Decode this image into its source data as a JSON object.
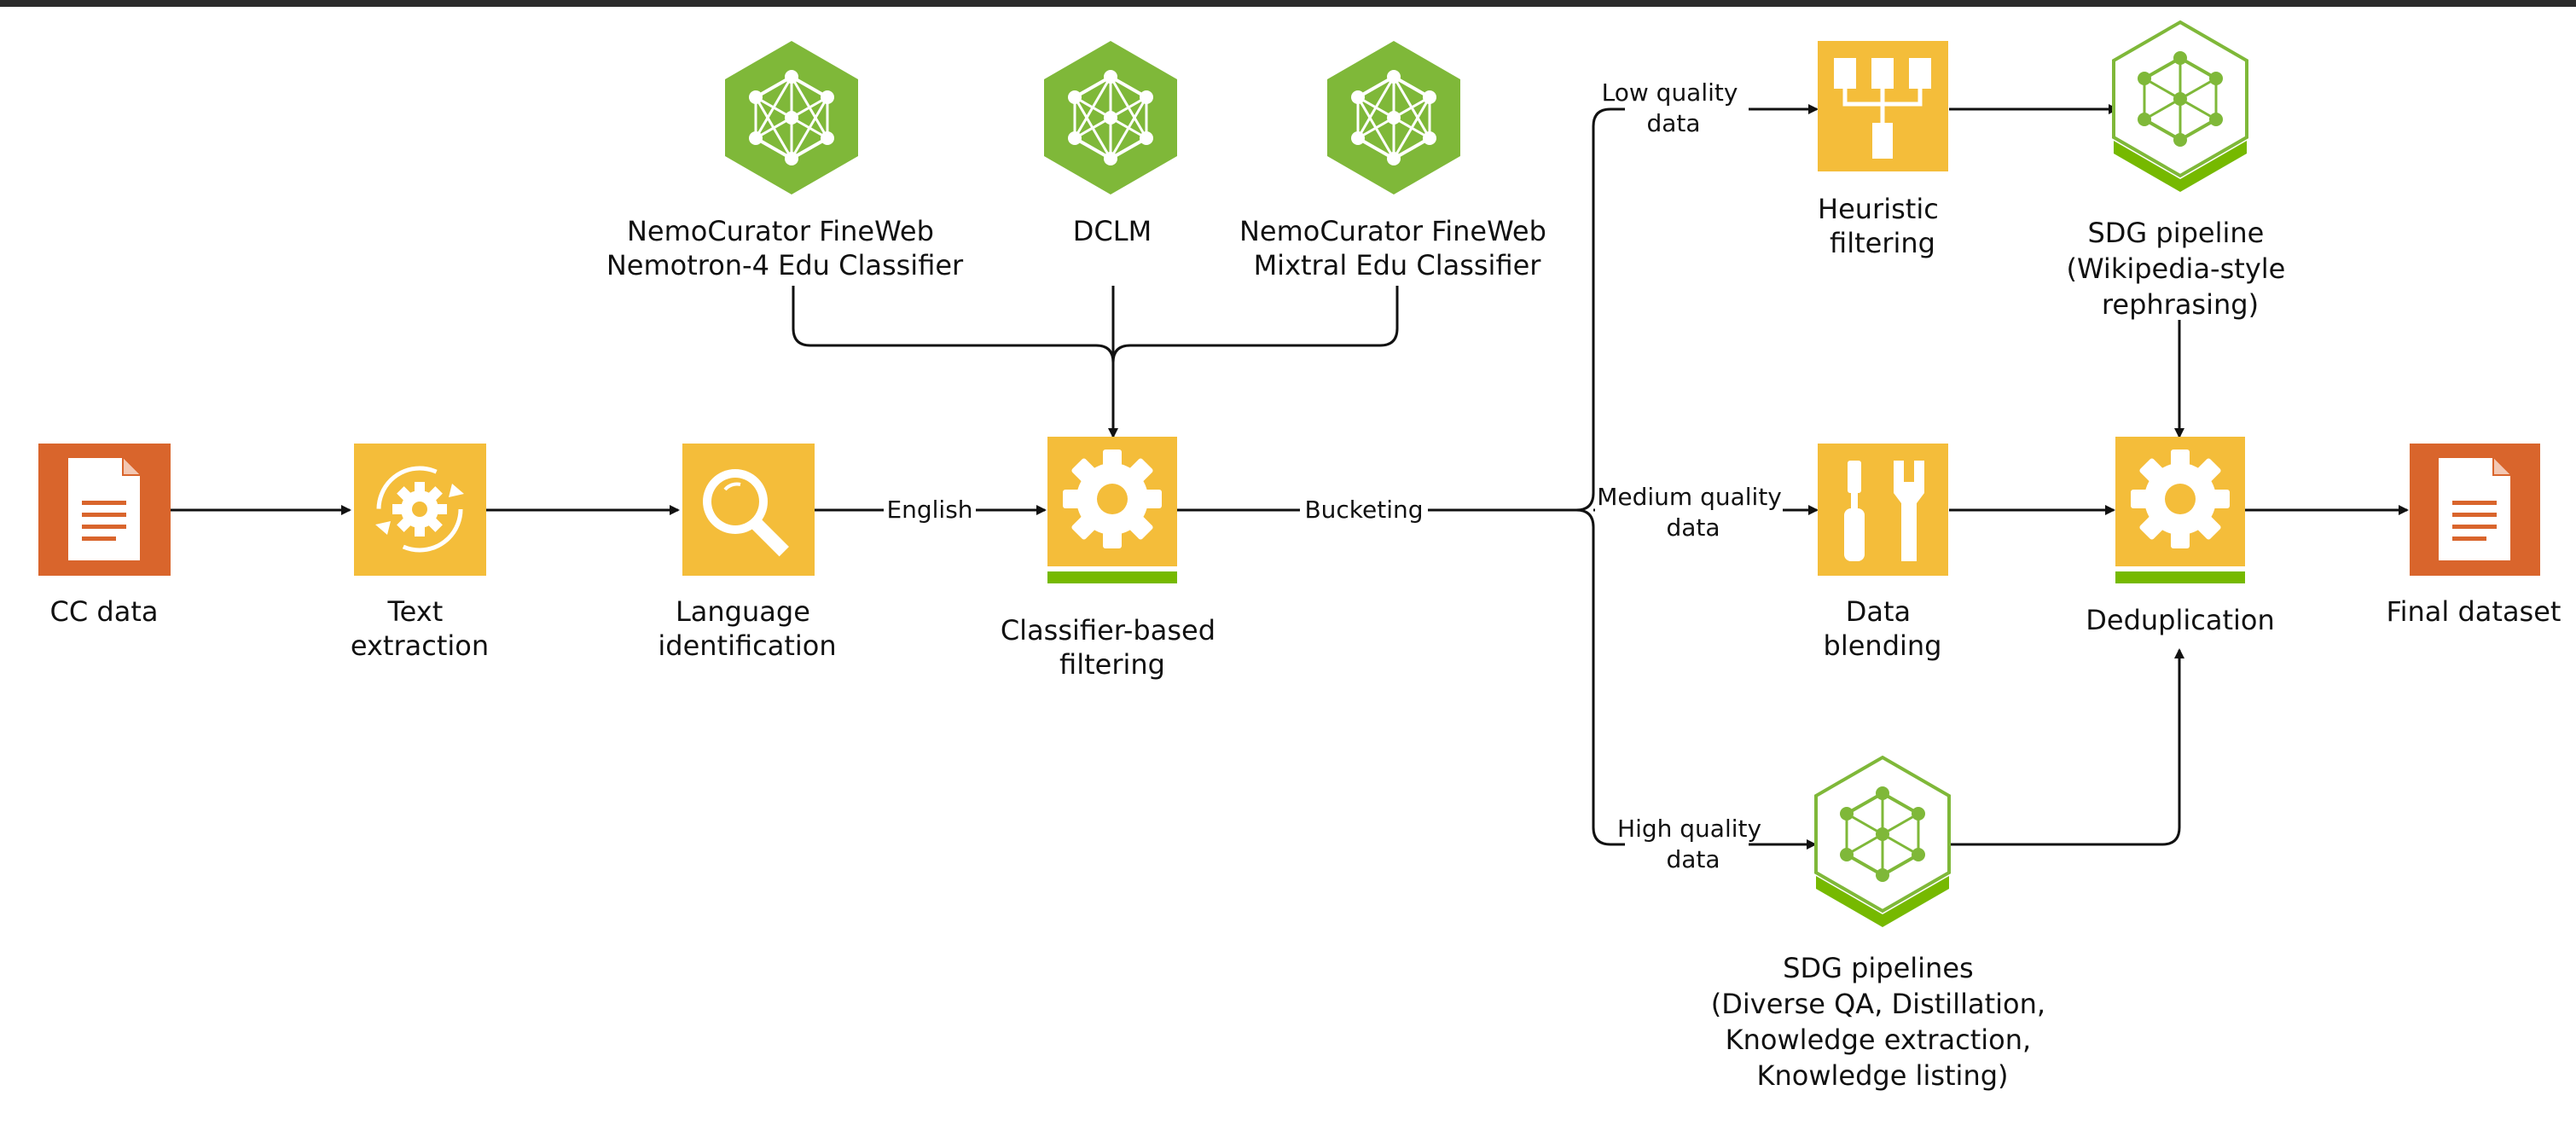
{
  "colors": {
    "top_bar": "#2b2b2b",
    "orange": "#d9652c",
    "yellow": "#f4bd3a",
    "green": "#7fb839",
    "green_underline": "#76b900",
    "line": "#111111"
  },
  "nodes": {
    "cc_data": {
      "lines": [
        "CC data"
      ],
      "icon": "document-icon"
    },
    "text_extraction": {
      "lines": [
        "Text",
        "extraction"
      ],
      "icon": "gear-refresh-icon"
    },
    "lang_id": {
      "lines": [
        "Language",
        "identification"
      ],
      "icon": "magnifier-icon"
    },
    "classifier": {
      "lines": [
        "Classifier-based",
        "filtering"
      ],
      "icon": "gear-icon"
    },
    "nemo_nemotron": {
      "lines": [
        "NemoCurator FineWeb",
        "Nemotron-4 Edu Classifier"
      ],
      "icon": "neural-network-icon"
    },
    "dclm": {
      "lines": [
        "DCLM"
      ],
      "icon": "neural-network-icon"
    },
    "nemo_mixtral": {
      "lines": [
        "NemoCurator FineWeb",
        "Mixtral Edu Classifier"
      ],
      "icon": "neural-network-icon"
    },
    "heuristic": {
      "lines": [
        "Heuristic",
        "filtering"
      ],
      "icon": "tree-diagram-icon"
    },
    "sdg_wiki": {
      "lines": [
        "SDG pipeline",
        "(Wikipedia-style",
        "rephrasing)"
      ],
      "icon": "neural-network-outline-icon"
    },
    "blending": {
      "lines": [
        "Data",
        "blending"
      ],
      "icon": "tools-icon"
    },
    "dedup": {
      "lines": [
        "Deduplication"
      ],
      "icon": "gear-icon"
    },
    "final": {
      "lines": [
        "Final dataset"
      ],
      "icon": "document-icon"
    },
    "sdg_pipelines": {
      "lines": [
        "SDG pipelines",
        "(Diverse QA, Distillation,",
        "Knowledge extraction,",
        "Knowledge listing)"
      ],
      "icon": "neural-network-outline-icon"
    }
  },
  "edge_labels": {
    "english": "English",
    "bucketing": "Bucketing",
    "low": [
      "Low quality",
      "data"
    ],
    "medium": [
      "Medium quality",
      "data"
    ],
    "high": [
      "High quality",
      "data"
    ]
  }
}
